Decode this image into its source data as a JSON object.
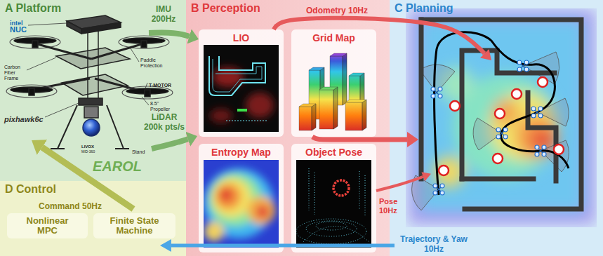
{
  "diagram": {
    "nodes": [
      {
        "text": [
          "A Platform"
        ]
      },
      {
        "text": [
          "B Perception"
        ]
      },
      {
        "text": [
          "C Planning"
        ]
      },
      {
        "text": [
          "D Control"
        ]
      },
      {
        "text": [
          "LIO"
        ],
        "in": 1
      },
      {
        "text": [
          "Grid Map"
        ],
        "in": 1
      },
      {
        "text": [
          "Entropy Map"
        ],
        "in": 1
      },
      {
        "text": [
          "Object Pose"
        ],
        "in": 1
      },
      {
        "text": [
          "Nonlinear MPC"
        ],
        "in": 3
      },
      {
        "text": [
          "Finite State Machine"
        ],
        "in": 3
      }
    ],
    "edges": [
      {
        "from": 0,
        "to": 4,
        "label": "IMU 200Hz",
        "arrow": "to"
      },
      {
        "from": 0,
        "to": 1,
        "label": "LiDAR 200k pts/s",
        "arrow": "to"
      },
      {
        "from": 4,
        "to": 2,
        "label": "Odometry 10Hz",
        "arrow": "to"
      },
      {
        "from": 5,
        "to": 2,
        "arrow": "to"
      },
      {
        "from": 7,
        "to": 2,
        "label": "Pose 10Hz",
        "arrow": "to"
      },
      {
        "from": 2,
        "to": 3,
        "label": "Trajectory & Yaw 10Hz",
        "arrow": "to"
      },
      {
        "from": 3,
        "to": 0,
        "label": "Command 50Hz",
        "arrow": "to"
      }
    ],
    "labels": [
      "intel",
      "NUC",
      "Paddle Protection",
      "Carbon Fiber Frame",
      "T-MOTOR",
      "8.5\" Propeller",
      "pixhawk6c",
      "LIVOX",
      "MID-360",
      "Stand",
      "EAROL"
    ]
  }
}
